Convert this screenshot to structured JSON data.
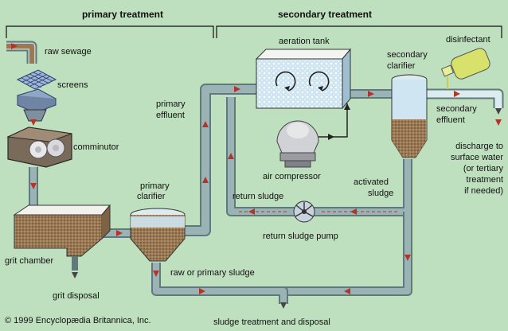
{
  "headers": {
    "primary": "primary treatment",
    "secondary": "secondary treatment"
  },
  "labels": {
    "raw_sewage": "raw sewage",
    "screens": "screens",
    "comminutor": "comminutor",
    "grit_chamber": "grit chamber",
    "grit_disposal": "grit disposal",
    "primary_clarifier_1": "primary",
    "primary_clarifier_2": "clarifier",
    "primary_effluent_1": "primary",
    "primary_effluent_2": "effluent",
    "aeration_tank": "aeration tank",
    "air_compressor": "air compressor",
    "return_sludge": "return sludge",
    "return_sludge_pump": "return sludge pump",
    "activated_sludge_1": "activated",
    "activated_sludge_2": "sludge",
    "secondary_clarifier_1": "secondary",
    "secondary_clarifier_2": "clarifier",
    "disinfectant": "disinfectant",
    "secondary_effluent_1": "secondary",
    "secondary_effluent_2": "effluent",
    "discharge_1": "discharge to",
    "discharge_2": "surface water",
    "discharge_3": "(or tertiary",
    "discharge_4": "treatment",
    "discharge_5": "if needed)",
    "raw_primary_sludge": "raw or primary sludge",
    "sludge_treatment": "sludge treatment and disposal"
  },
  "copyright": "© 1999 Encyclopædia Britannica, Inc.",
  "colors": {
    "background": "#bfe0bf",
    "pipe": "#9cb3b6",
    "pipe_edge": "#5f7a7d",
    "sludge": "#9a7a55",
    "water": "#cfe6f2",
    "arrow": "#b2352a"
  }
}
